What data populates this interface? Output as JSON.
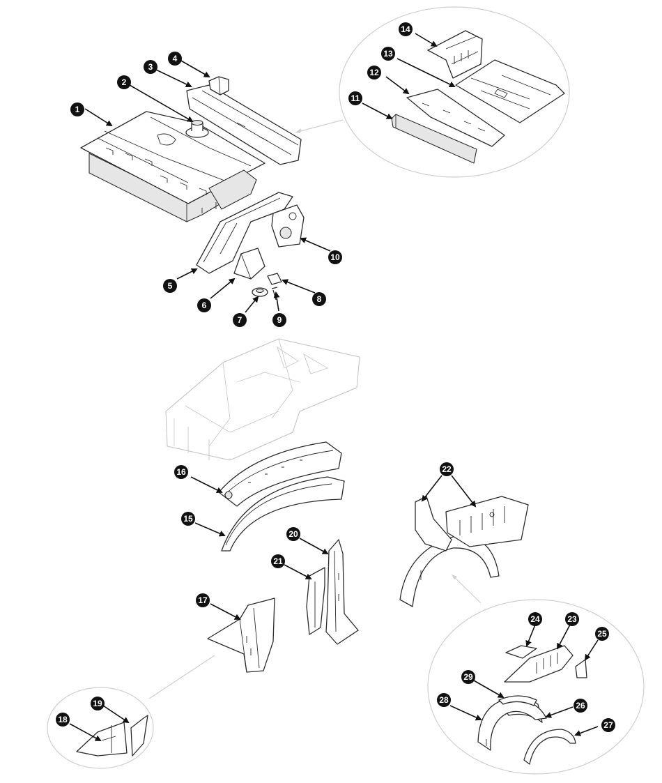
{
  "diagram": {
    "type": "exploded-parts-diagram",
    "callouts": [
      "1",
      "2",
      "3",
      "4",
      "5",
      "6",
      "7",
      "8",
      "9",
      "10",
      "11",
      "12",
      "13",
      "14",
      "15",
      "16",
      "17",
      "18",
      "19",
      "20",
      "21",
      "22",
      "23",
      "24",
      "25",
      "26",
      "27",
      "28",
      "29"
    ],
    "colors": {
      "line": "#2b2b2b",
      "badge": "#111111",
      "badge_text": "#ffffff",
      "ghost_body": "#c4c4c4",
      "zoom_circle": "#cfcfcf"
    }
  }
}
